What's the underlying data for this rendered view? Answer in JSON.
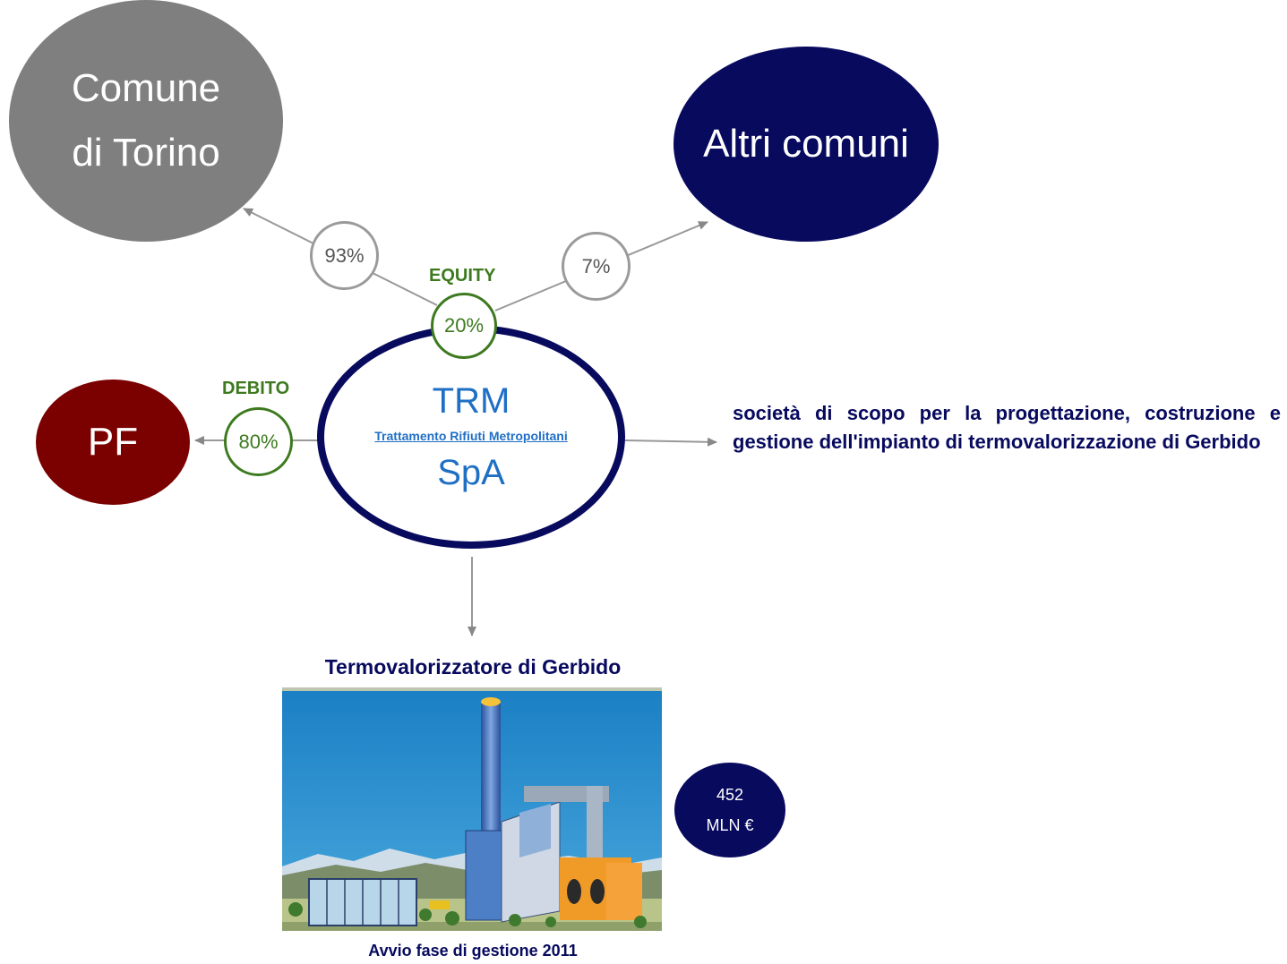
{
  "nodes": {
    "torino": {
      "line1": "Comune",
      "line2": "di Torino"
    },
    "altri": {
      "label": "Altri comuni"
    },
    "pf": {
      "label": "PF"
    },
    "trm": {
      "title": "TRM",
      "subtitle": "Trattamento Rifiuti Metropolitani",
      "suffix": "SpA"
    }
  },
  "percentages": {
    "torino": "93%",
    "altri": "7%",
    "equity": "20%",
    "debito": "80%"
  },
  "labels": {
    "equity": "EQUITY",
    "debito": "DEBITO"
  },
  "description": "società di scopo per la progettazione, costruzione e gestione dell'impianto di termovalorizzazione di Gerbido",
  "plant": {
    "title": "Termovalorizzatore di Gerbido",
    "caption": "Avvio fase di gestione 2011",
    "cost_line1": "452",
    "cost_line2": "MLN €"
  },
  "colors": {
    "navy": "#080a5e",
    "gray": "#7f7f7f",
    "maroon": "#7b0000",
    "green": "#3d7a1f",
    "blue_text": "#1f6fc5"
  }
}
